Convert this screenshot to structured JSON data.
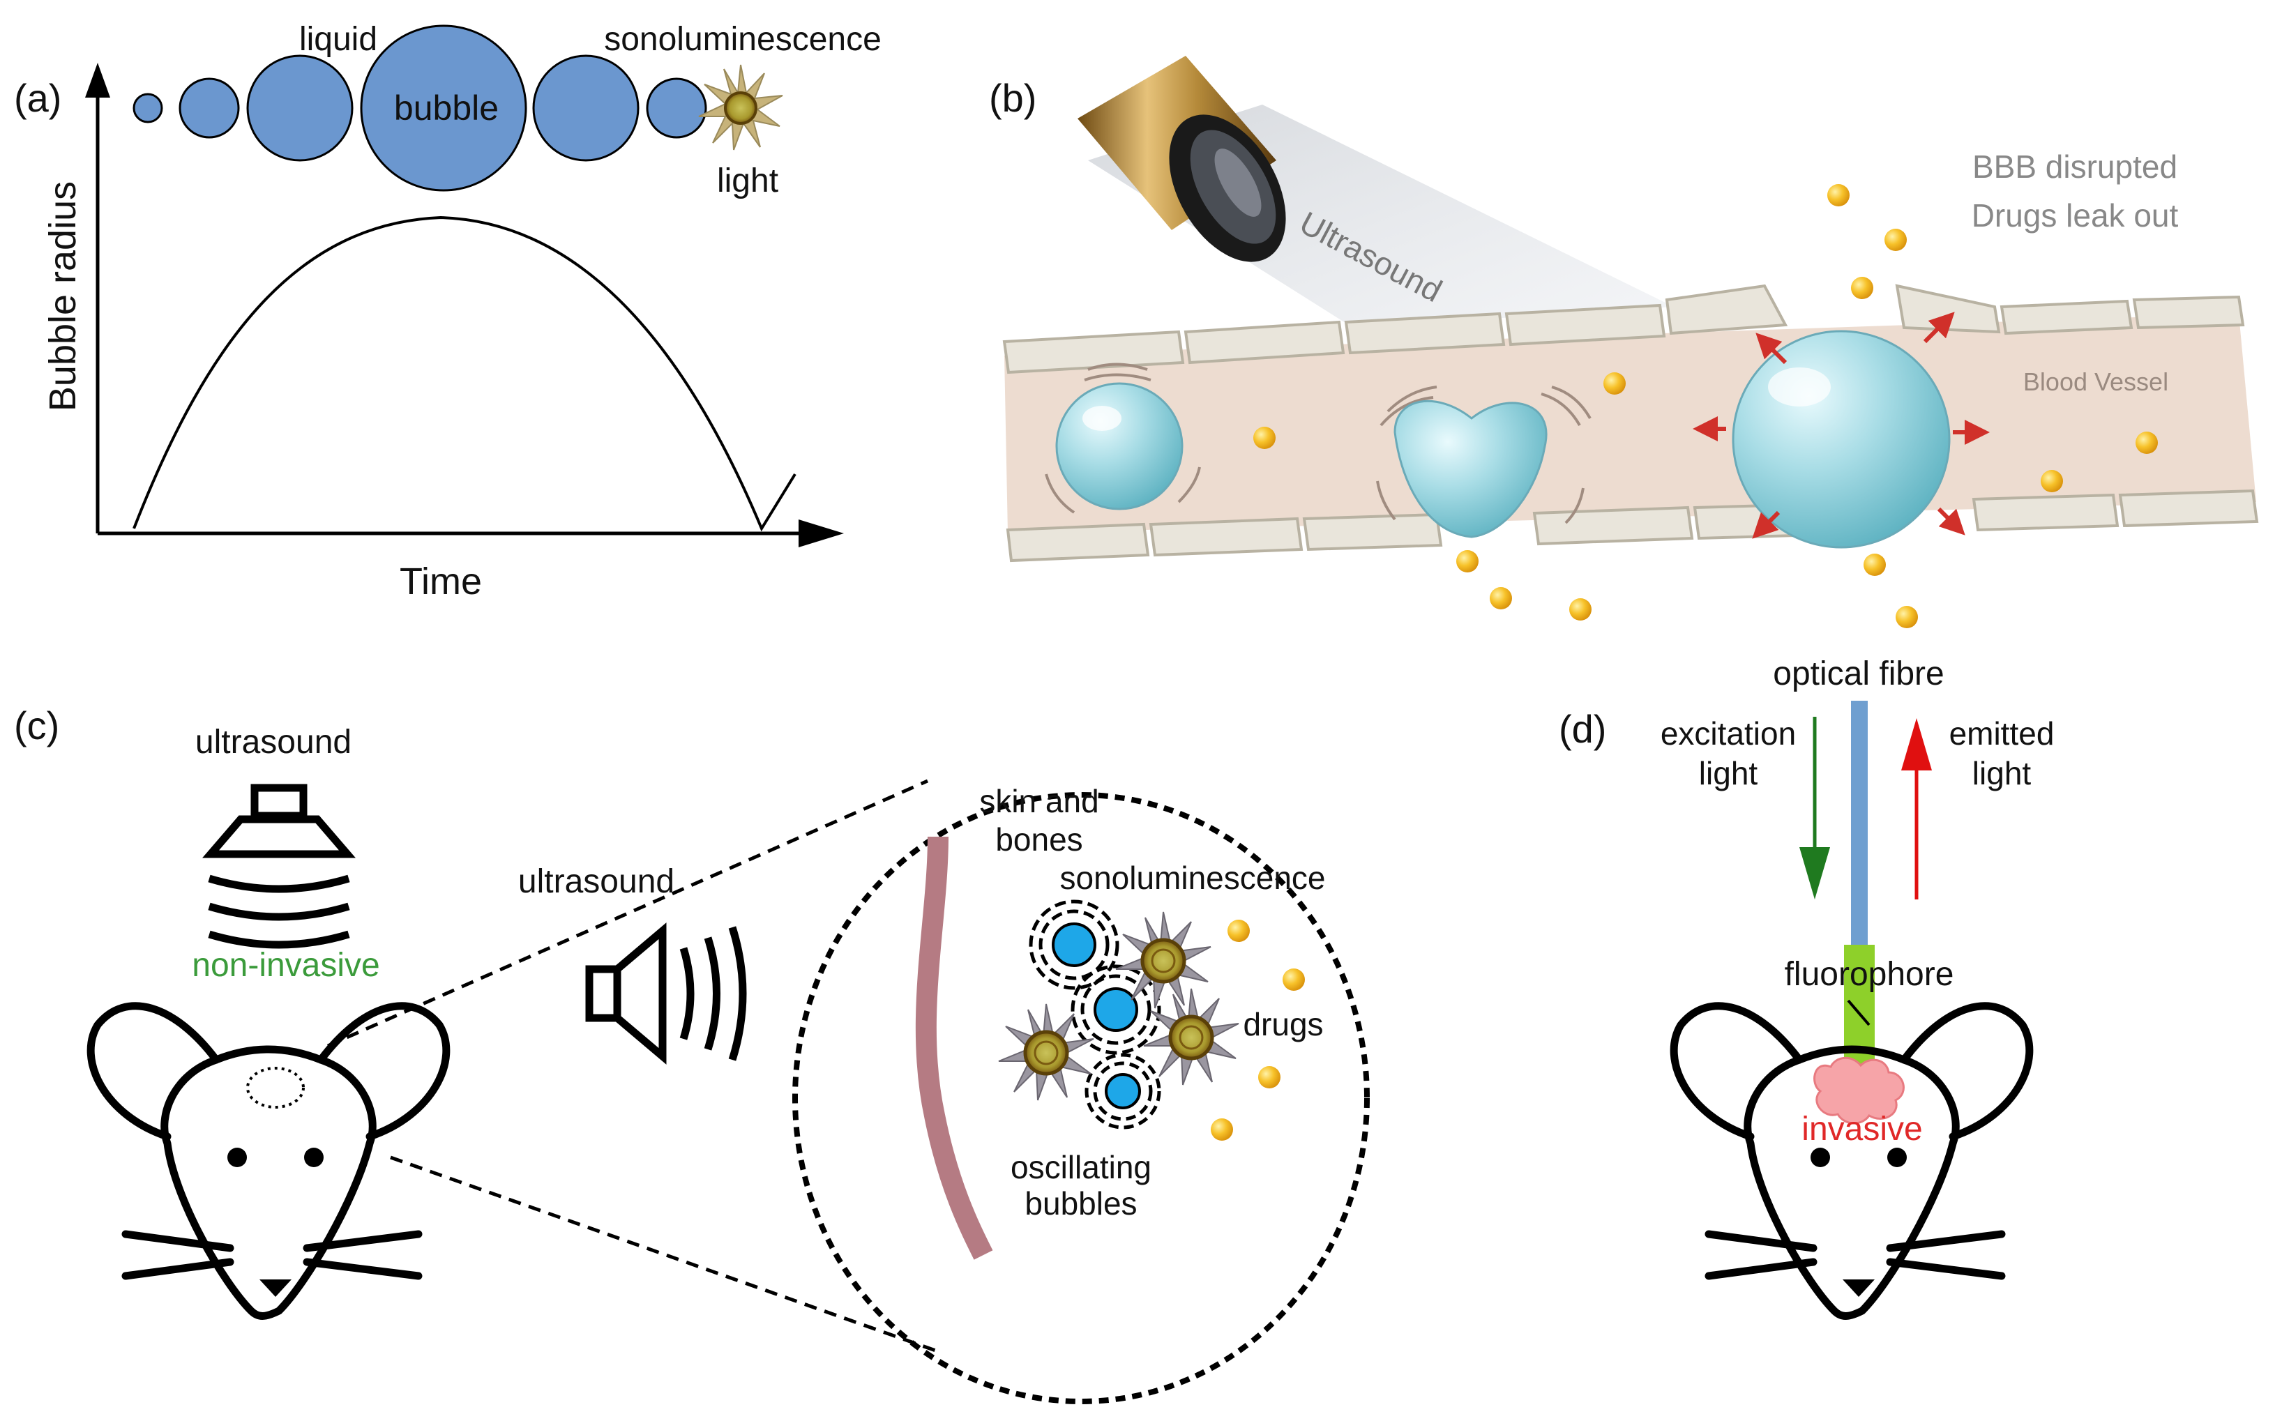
{
  "panel_a": {
    "label": "(a)",
    "liquid": "liquid",
    "bubble": "bubble",
    "sonoluminescence": "sonoluminescence",
    "light": "light",
    "ylabel": "Bubble radius",
    "xlabel": "Time"
  },
  "panel_b": {
    "label": "(b)",
    "ultrasound": "Ultrasound",
    "bbb_line1": "BBB disrupted",
    "bbb_line2": "Drugs leak out",
    "vessel": "Blood Vessel"
  },
  "panel_c": {
    "label": "(c)",
    "ultrasound_top": "ultrasound",
    "non_invasive": "non-invasive",
    "ultrasound_mid": "ultrasound",
    "skin_line1": "skin and",
    "skin_line2": "bones",
    "sonoluminescence": "sonoluminescence",
    "drugs": "drugs",
    "osc_line1": "oscillating",
    "osc_line2": "bubbles"
  },
  "panel_d": {
    "label": "(d)",
    "optical_fibre": "optical fibre",
    "exc_line1": "excitation",
    "exc_line2": "light",
    "em_line1": "emitted",
    "em_line2": "light",
    "fluorophore": "fluorophore",
    "invasive": "invasive"
  },
  "colors": {
    "bubble_blue": "#6b97cf",
    "cyan_bubble": "#1ea7e8",
    "drug_gold": "#f5b81c",
    "skin": "#b57b83",
    "vessel": "#eddcd0",
    "fibre_blue": "#6f9fd0",
    "fibre_green": "#8ed02a",
    "brain_pink": "#f6a4a8",
    "green_text": "#3b9b3b",
    "red_text": "#e02828",
    "arrow_green": "#1f7a1f",
    "arrow_red": "#e01010"
  }
}
